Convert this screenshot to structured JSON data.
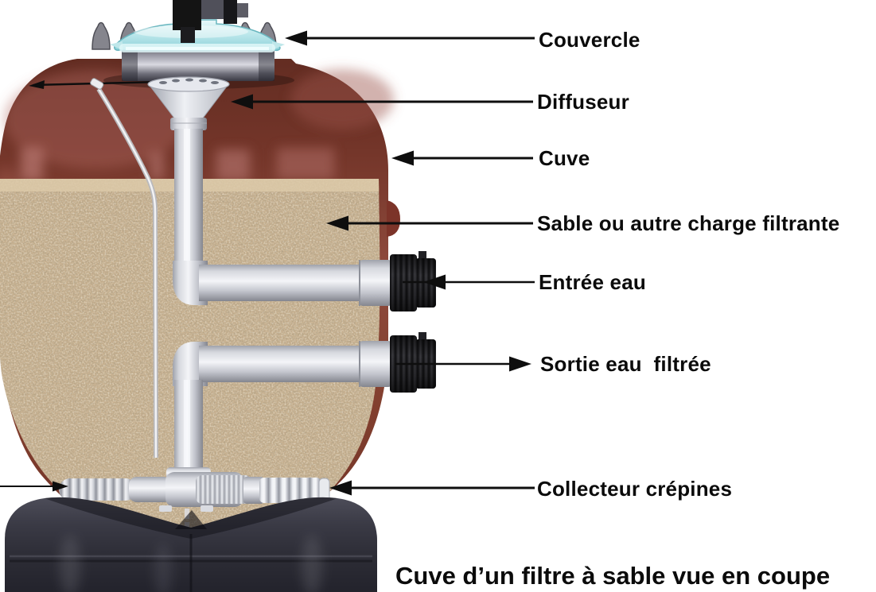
{
  "figure": {
    "type": "technical-cutaway-diagram",
    "subject": "sand filter tank cross-section"
  },
  "caption": {
    "text": "Cuve d’un filtre à sable vue en coupe"
  },
  "labels": [
    {
      "id": "couvercle",
      "text": "Couvercle"
    },
    {
      "id": "diffuseur",
      "text": "Diffuseur"
    },
    {
      "id": "cuve",
      "text": "Cuve"
    },
    {
      "id": "sable",
      "text": "Sable ou autre charge filtrante"
    },
    {
      "id": "entree-eau",
      "text": "Entrée eau"
    },
    {
      "id": "sortie-eau-filtree",
      "text": "Sortie eau  filtrée"
    },
    {
      "id": "collecteur-crepines",
      "text": "Collecteur crépines"
    }
  ],
  "colors": {
    "background": "#ffffff",
    "label_text": "#0b0b0b",
    "leader_line": "#0e0e0e",
    "tank_brown_dark": "#63291f",
    "tank_brown": "#8a4537",
    "tank_highlight": "#c4837f",
    "sand": "#c8b190",
    "sand_speckle": "#8f7a5a",
    "pipe_gray": "#d9dbe2",
    "port_black": "#1b1b1e",
    "base_dark": "#34343d",
    "lid_glass_teal": "#aadfe5",
    "lid_collar_gray": "#9595a0",
    "valve_black": "#151515"
  }
}
